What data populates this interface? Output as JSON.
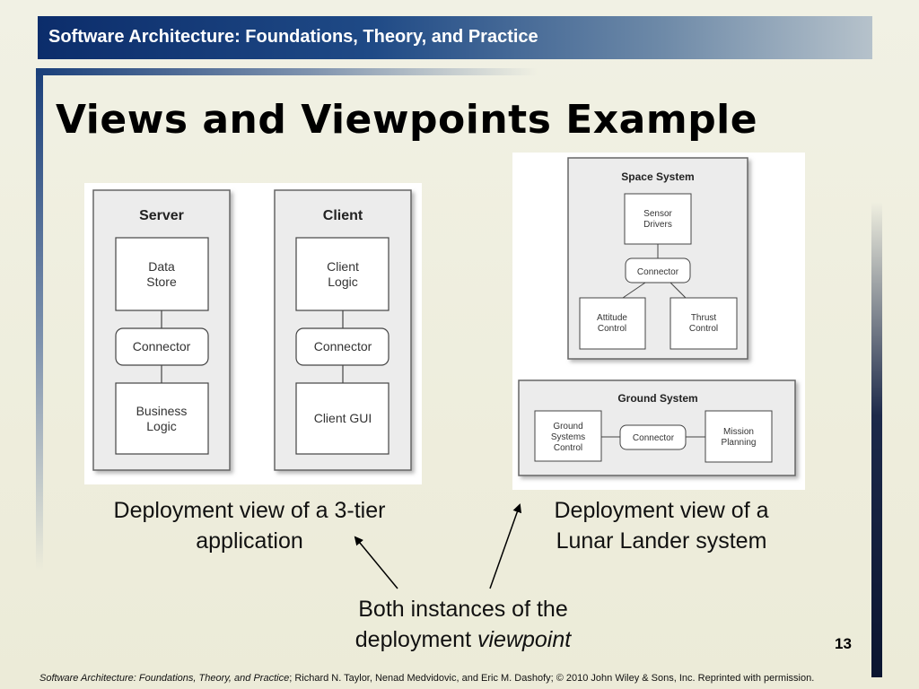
{
  "header": {
    "title": "Software Architecture: Foundations, Theory, and Practice"
  },
  "slide": {
    "title": "Views and Viewpoints Example",
    "page_number": "13"
  },
  "diagram_3tier": {
    "server": {
      "title": "Server",
      "top": [
        "Data",
        "Store"
      ],
      "connector": "Connector",
      "bottom": [
        "Business",
        "Logic"
      ]
    },
    "client": {
      "title": "Client",
      "top": [
        "Client",
        "Logic"
      ],
      "connector": "Connector",
      "bottom": [
        "Client GUI"
      ]
    }
  },
  "diagram_lunar": {
    "space": {
      "title": "Space System",
      "sensor": [
        "Sensor",
        "Drivers"
      ],
      "connector": "Connector",
      "attitude": [
        "Attitude",
        "Control"
      ],
      "thrust": [
        "Thrust",
        "Control"
      ]
    },
    "ground": {
      "title": "Ground System",
      "gsc": [
        "Ground",
        "Systems",
        "Control"
      ],
      "connector": "Connector",
      "mission": [
        "Mission",
        "Planning"
      ]
    }
  },
  "captions": {
    "left": [
      "Deployment view of a 3-tier",
      "application"
    ],
    "right": [
      "Deployment view of a",
      "Lunar Lander system"
    ],
    "bottom_line1": "Both instances of the",
    "bottom_line2_prefix": "deployment ",
    "bottom_line2_italic": "viewpoint"
  },
  "footer": {
    "book_title": "Software Architecture: Foundations, Theory, and Practice",
    "rest": "; Richard N. Taylor, Nenad Medvidovic, and Eric M. Dashofy; © 2010 John Wiley & Sons, Inc. Reprinted with permission."
  }
}
